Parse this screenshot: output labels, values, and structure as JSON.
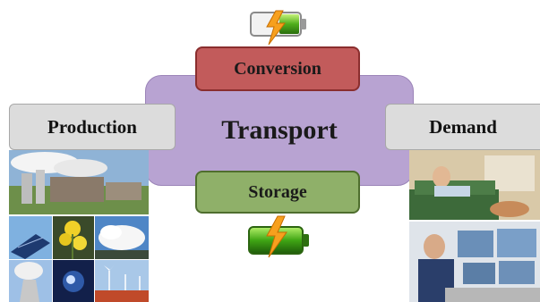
{
  "diagram": {
    "center": {
      "label": "Transport"
    },
    "top": {
      "label": "Conversion"
    },
    "bottom": {
      "label": "Storage"
    },
    "left": {
      "label": "Production"
    },
    "right": {
      "label": "Demand"
    }
  },
  "colors": {
    "transport_fill": "#b8a3d2",
    "conversion_fill": "#c25b5b",
    "storage_fill": "#8fb069",
    "side_fill": "#dcdcdc",
    "lightning": "#f7a01e"
  },
  "icons": {
    "top": "battery-charging-icon",
    "bottom": "battery-charging-icon"
  }
}
